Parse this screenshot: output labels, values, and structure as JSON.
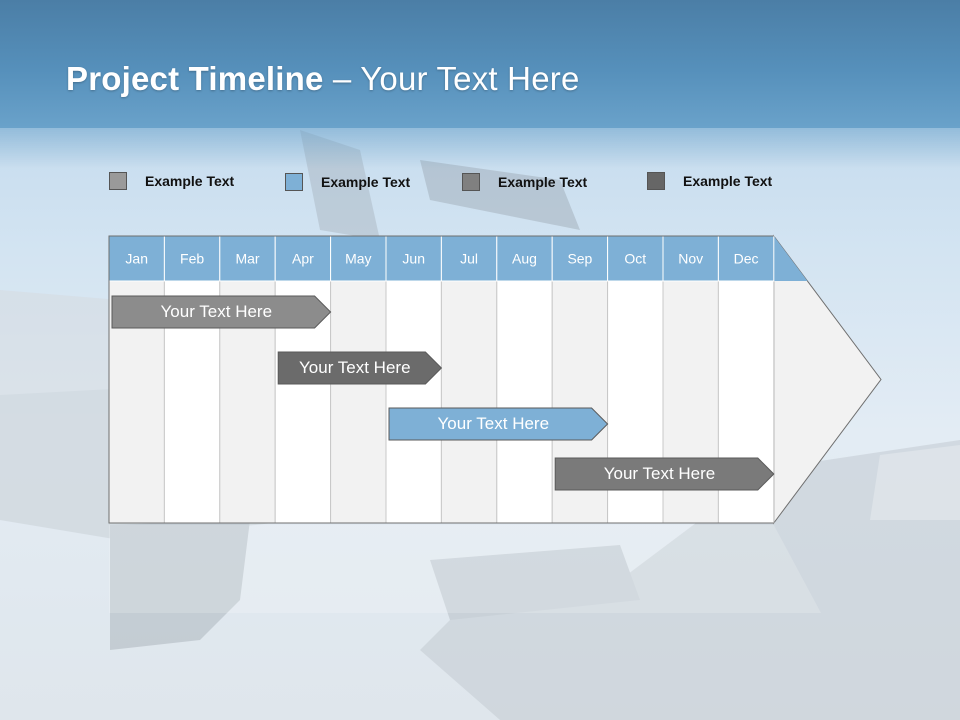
{
  "slide": {
    "title_bold": "Project Timeline",
    "title_rest": " – Your Text Here"
  },
  "legend": [
    {
      "label": "Example Text",
      "color": "#9a9a9a"
    },
    {
      "label": "Example Text",
      "color": "#7eb0d6"
    },
    {
      "label": "Example Text",
      "color": "#808080"
    },
    {
      "label": "Example Text",
      "color": "#666666"
    }
  ],
  "months": [
    "Jan",
    "Feb",
    "Mar",
    "Apr",
    "May",
    "Jun",
    "Jul",
    "Aug",
    "Sep",
    "Oct",
    "Nov",
    "Dec"
  ],
  "colors": {
    "header_cell": "#7eb0d6",
    "col_light": "#f2f2f2",
    "col_white": "#ffffff",
    "grid_line": "#c8c8c8"
  },
  "tasks": [
    {
      "label": "Your  Text Here",
      "start_month": "Jan",
      "end_month": "Apr",
      "color": "#8c8c8c"
    },
    {
      "label": "Your  Text Here",
      "start_month": "Apr",
      "end_month": "Jun",
      "color": "#6b6b6b"
    },
    {
      "label": "Your  Text Here",
      "start_month": "Jun",
      "end_month": "Sep",
      "color": "#7eb0d6"
    },
    {
      "label": "Your  Text Here",
      "start_month": "Sep",
      "end_month": "Dec",
      "color": "#7a7a7a"
    }
  ]
}
